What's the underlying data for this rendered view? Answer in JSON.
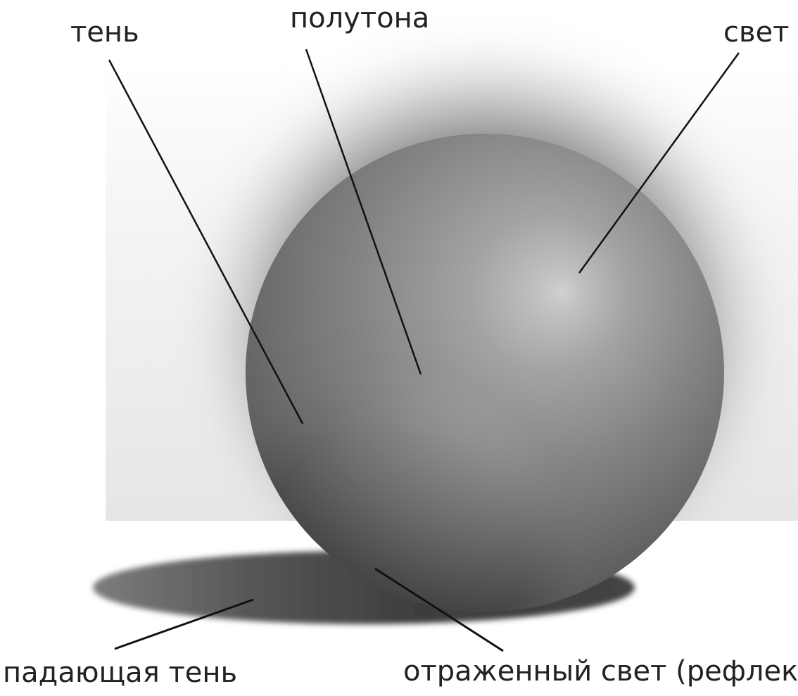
{
  "labels": {
    "shadow": "тень",
    "halftone": "полутона",
    "light": "свет",
    "cast_shadow": "падающая тень",
    "reflected_light": "отраженный свет (рефлекс)"
  },
  "colors": {
    "background": "#ffffff",
    "leader_line": "#111111",
    "label_text": "#222222"
  }
}
